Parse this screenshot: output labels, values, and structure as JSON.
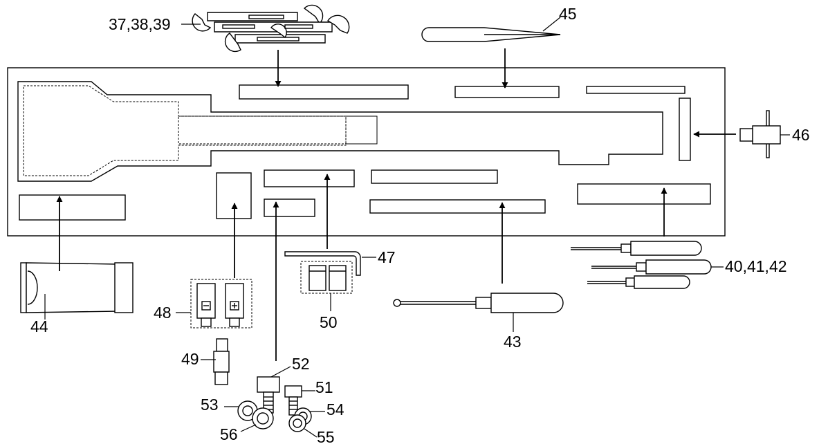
{
  "labels": {
    "wrenches": "37,38,39",
    "screwdrivers": "40,41,42",
    "ball_driver": "43",
    "tube": "44",
    "tweezers": "45",
    "t_tool": "46",
    "hex_key": "47",
    "connectors_a": "48",
    "connector_single": "49",
    "connectors_b": "50",
    "screw_small": "51",
    "screw_large": "52",
    "washer_53": "53",
    "washer_54": "54",
    "washer_55": "55",
    "washer_56": "56"
  }
}
